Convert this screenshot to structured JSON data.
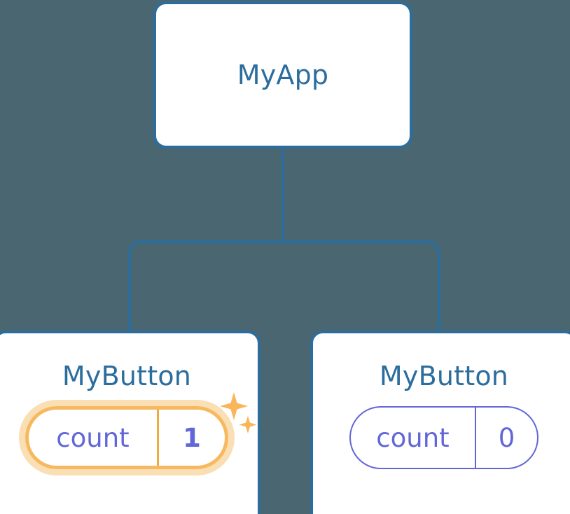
{
  "diagram": {
    "type": "component-tree",
    "background_color": "#4a6670",
    "accent_color": "#2c6d9d",
    "highlight_color": "#f7b95f",
    "state_color": "#6267d8"
  },
  "nodes": {
    "root": {
      "label": "MyApp"
    },
    "children": [
      {
        "label": "MyButton",
        "state": {
          "key": "count",
          "value": "1"
        },
        "highlighted": true,
        "sparkle_icon": "sparkles-icon"
      },
      {
        "label": "MyButton",
        "state": {
          "key": "count",
          "value": "0"
        },
        "highlighted": false
      }
    ]
  },
  "edges": {
    "color": "#2c6d9d",
    "width": 4,
    "description": "root connects down to two child nodes"
  }
}
